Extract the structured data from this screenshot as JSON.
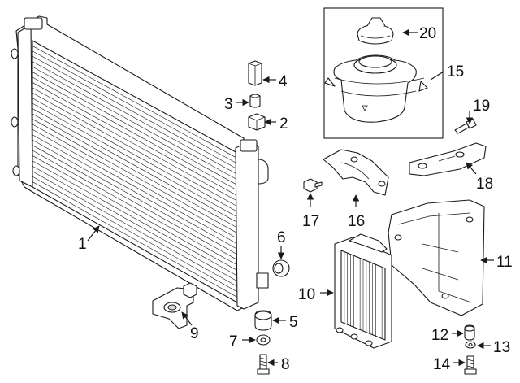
{
  "callouts": {
    "c1": "1",
    "c2": "2",
    "c3": "3",
    "c4": "4",
    "c5": "5",
    "c6": "6",
    "c7": "7",
    "c8": "8",
    "c9": "9",
    "c10": "10",
    "c11": "11",
    "c12": "12",
    "c13": "13",
    "c14": "14",
    "c15": "15",
    "c16": "16",
    "c17": "17",
    "c18": "18",
    "c19": "19",
    "c20": "20"
  }
}
